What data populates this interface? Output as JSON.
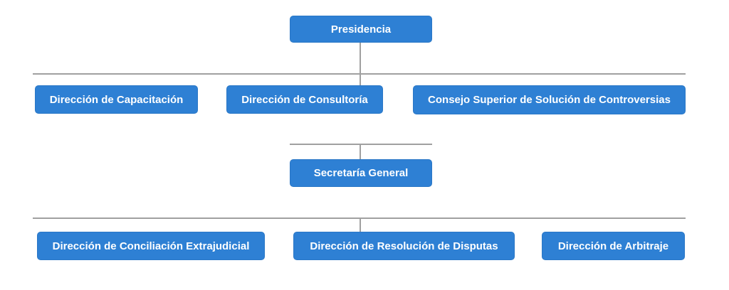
{
  "diagram": {
    "type": "org-chart",
    "levels": [
      {
        "nodes": [
          {
            "id": "presidencia",
            "label": "Presidencia"
          }
        ]
      },
      {
        "nodes": [
          {
            "id": "direccion-capacitacion",
            "label": "Dirección de Capacitación"
          },
          {
            "id": "direccion-consultoria",
            "label": "Dirección de Consultoría"
          },
          {
            "id": "consejo-superior",
            "label": "Consejo Superior de Solución de Controversias"
          }
        ]
      },
      {
        "nodes": [
          {
            "id": "secretaria-general",
            "label": "Secretaría General"
          }
        ]
      },
      {
        "nodes": [
          {
            "id": "direccion-conciliacion-extrajudicial",
            "label": "Dirección de Conciliación Extrajudicial"
          },
          {
            "id": "direccion-resolucion-disputas",
            "label": "Dirección de Resolución de Disputas"
          },
          {
            "id": "direccion-arbitraje",
            "label": "Dirección de Arbitraje"
          }
        ]
      }
    ],
    "edges": [
      {
        "from": "presidencia",
        "to": "level-2-row"
      },
      {
        "from": "level-2-row",
        "to": "direccion-consultoria"
      },
      {
        "from": "secretaria-row",
        "to": "secretaria-general"
      },
      {
        "from": "level-4-row",
        "to": "direccion-resolucion-disputas"
      }
    ]
  },
  "colors": {
    "box_fill": "#2e80d4",
    "box_border": "#2a77c6",
    "box_text": "#ffffff",
    "connector_line": "#a0a0a0",
    "background": "#ffffff"
  }
}
